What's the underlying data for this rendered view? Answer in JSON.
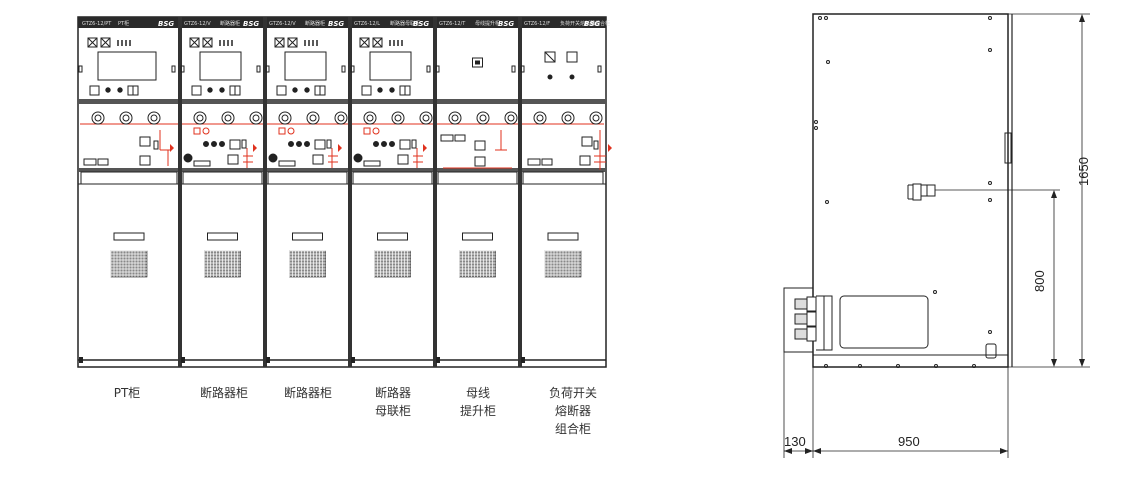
{
  "front_view": {
    "cabinets": [
      {
        "id": "pt",
        "header_code": "GTZ6-12/PT",
        "header_name": "PT柜",
        "label_lines": [
          "PT柜"
        ],
        "type": "pt"
      },
      {
        "id": "breaker1",
        "header_code": "GTZ6-12/V",
        "header_name": "断路器柜",
        "label_lines": [
          "断路器柜"
        ],
        "type": "breaker"
      },
      {
        "id": "breaker2",
        "header_code": "GTZ6-12/V",
        "header_name": "断路器柜",
        "label_lines": [
          "断路器柜"
        ],
        "type": "breaker"
      },
      {
        "id": "coupler",
        "header_code": "GTZ6-12/L",
        "header_name": "断路器母联柜",
        "label_lines": [
          "断路器",
          "母联柜"
        ],
        "type": "breaker"
      },
      {
        "id": "riser",
        "header_code": "GTZ6-12/T",
        "header_name": "母线提升柜",
        "label_lines": [
          "母线",
          "提升柜"
        ],
        "type": "riser"
      },
      {
        "id": "fuse",
        "header_code": "GTZ6-12/F",
        "header_name": "负荷开关熔断器组合柜",
        "label_lines": [
          "负荷开关",
          "熔断器",
          "组合柜"
        ],
        "type": "fuse"
      }
    ],
    "brand": "BSG"
  },
  "side_view": {
    "dimensions": {
      "total_height": "1650",
      "mid_height": "800",
      "depth": "950",
      "offset": "130"
    }
  },
  "colors": {
    "line": "#222222",
    "accent": "#e0321e"
  }
}
